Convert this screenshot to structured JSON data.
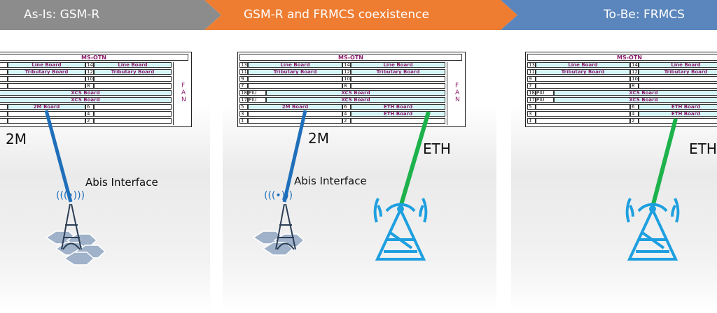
{
  "banner": {
    "stages": [
      {
        "label": "As-Is: GSM-R",
        "color": "#8c8c8c"
      },
      {
        "label": "GSM-R and FRMCS coexistence",
        "color": "#ee7d32"
      },
      {
        "label": "To-Be: FRMCS",
        "color": "#5b86bd"
      }
    ]
  },
  "panels": [
    {
      "rack": {
        "title": "MS-OTN",
        "fan": [
          "F",
          "A",
          "N"
        ],
        "rows": [
          {
            "left_num": "",
            "left_board": "Line Board",
            "right_num": "14",
            "right_board": "Line Board"
          },
          {
            "left_num": "",
            "left_board": "Tributary Board",
            "right_num": "12",
            "right_board": "Tributary Board"
          },
          {
            "left_num": "",
            "left_board": "",
            "right_num": "10",
            "right_board": ""
          },
          {
            "left_num": "",
            "left_board": "",
            "right_num": "8",
            "right_board": ""
          },
          {
            "full_board": "XCS Board"
          },
          {
            "full_board": "XCS Board"
          },
          {
            "left_num": "",
            "left_board": "2M Board",
            "right_num": "6",
            "right_board": ""
          },
          {
            "left_num": "",
            "left_board": "",
            "right_num": "4",
            "right_board": ""
          },
          {
            "left_num": "",
            "left_board": "",
            "right_num": "2",
            "right_board": ""
          }
        ]
      },
      "link_2m": "2M",
      "abis": "Abis Interface",
      "signal": "(((•)))"
    },
    {
      "rack": {
        "title": "MS-OTN",
        "fan": [
          "F",
          "A",
          "N"
        ],
        "rows": [
          {
            "left_num": "13",
            "left_board": "Line Board",
            "right_num": "14",
            "right_board": "Line Board"
          },
          {
            "left_num": "11",
            "left_board": "Tributary Board",
            "right_num": "12",
            "right_board": "Tributary Board"
          },
          {
            "left_num": "9",
            "left_board": "",
            "right_num": "10",
            "right_board": ""
          },
          {
            "left_num": "7",
            "left_board": "",
            "right_num": "8",
            "right_board": ""
          },
          {
            "num": "18",
            "piu": "PIU",
            "full_board": "XCS Board"
          },
          {
            "num": "17",
            "piu": "PIU",
            "full_board": "XCS Board"
          },
          {
            "left_num": "5",
            "left_board": "2M Board",
            "right_num": "6",
            "right_board": "ETH Board"
          },
          {
            "left_num": "3",
            "left_board": "",
            "right_num": "4",
            "right_board": "ETH Board"
          },
          {
            "left_num": "1",
            "left_board": "",
            "right_num": "2",
            "right_board": ""
          }
        ]
      },
      "link_2m": "2M",
      "link_eth": "ETH",
      "abis": "Abis Interface",
      "signal": "(((•)))"
    },
    {
      "rack": {
        "title": "MS-OTN",
        "rows": [
          {
            "left_num": "13",
            "left_board": "Line Board",
            "right_num": "14",
            "right_board": "Line Board"
          },
          {
            "left_num": "11",
            "left_board": "Tributary Board",
            "right_num": "12",
            "right_board": "Tributary Board"
          },
          {
            "left_num": "9",
            "left_board": "",
            "right_num": "10",
            "right_board": ""
          },
          {
            "left_num": "7",
            "left_board": "",
            "right_num": "8",
            "right_board": ""
          },
          {
            "num": "18",
            "piu": "PIU",
            "full_board": "XCS Board"
          },
          {
            "num": "17",
            "piu": "PIU",
            "full_board": "XCS Board"
          },
          {
            "left_num": "5",
            "left_board": "",
            "right_num": "6",
            "right_board": "ETH Board"
          },
          {
            "left_num": "3",
            "left_board": "",
            "right_num": "4",
            "right_board": "ETH Board"
          },
          {
            "left_num": "1",
            "left_board": "",
            "right_num": "2",
            "right_board": ""
          }
        ]
      },
      "link_eth": "ETH"
    }
  ],
  "colors": {
    "link_2m": "#1f6fba",
    "link_eth": "#1db24b",
    "tower_old": "#2b3e55",
    "tower_new": "#1e9fe0",
    "hex_fill": "#9fb2c9"
  }
}
